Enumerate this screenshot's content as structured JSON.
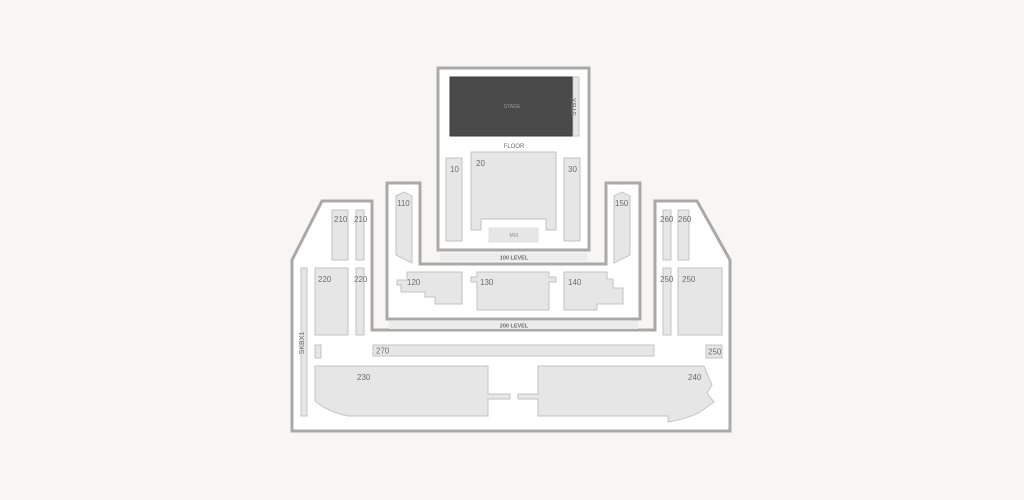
{
  "venue_map": {
    "stage": {
      "label": "STAGE"
    },
    "floor": {
      "label": "FLOOR"
    },
    "mix": {
      "label": "MIX"
    },
    "boxes": {
      "stbx": "STBX",
      "skbx1": "SKBX1"
    },
    "levels": {
      "level_100": "100 LEVEL",
      "level_200": "200 LEVEL"
    },
    "sections": {
      "s10": "10",
      "s20": "20",
      "s30": "30",
      "s110": "110",
      "s120": "120",
      "s130": "130",
      "s140": "140",
      "s150": "150",
      "s210a": "210",
      "s210b": "210",
      "s220a": "220",
      "s220b": "220",
      "s230": "230",
      "s240": "240",
      "s250a": "250",
      "s250b": "250",
      "s250c": "250",
      "s260a": "260",
      "s260b": "260",
      "s270": "270"
    },
    "colors": {
      "background": "#f7f6f5",
      "section_fill": "#e6e6e7",
      "section_stroke": "#c3c3c3",
      "wall": "#a9a9a9",
      "stage": "#4a4a4a"
    }
  }
}
